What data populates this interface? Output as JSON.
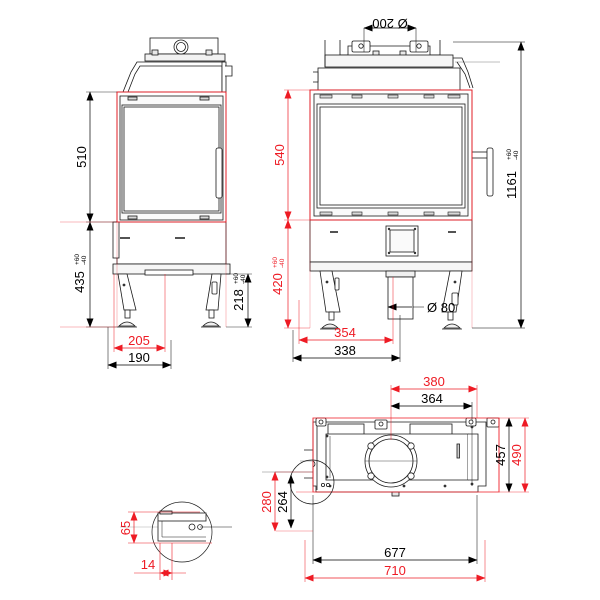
{
  "drawing": {
    "title": "Fireplace insert technical drawing",
    "units": "mm",
    "colors": {
      "primary_line": "#1a1a1a",
      "dimension_red": "#ee1b24",
      "dimension_black": "#000000",
      "background": "#ffffff",
      "fill_light": "#f2f2f2"
    },
    "views": [
      {
        "id": "side-elevation",
        "label": "side elevation"
      },
      {
        "id": "front-elevation",
        "label": "front elevation"
      },
      {
        "id": "plan-view",
        "label": "plan view"
      },
      {
        "id": "detail-view",
        "label": "detail circle"
      }
    ]
  },
  "dimensions": {
    "side": {
      "height_glass": {
        "value": "510",
        "color": "#000000"
      },
      "height_base": {
        "value": "435",
        "tol_upper": "+60",
        "tol_lower": "-40",
        "color": "#000000"
      },
      "height_leg": {
        "value": "218",
        "tol_upper": "+60",
        "tol_lower": "-40",
        "color": "#000000"
      },
      "depth_red": {
        "value": "205",
        "color": "#ee1b24"
      },
      "depth_black": {
        "value": "190",
        "color": "#000000"
      }
    },
    "front": {
      "flue_diameter": {
        "value": "Ø 200",
        "color": "#000000"
      },
      "glass_height": {
        "value": "540",
        "color": "#ee1b24"
      },
      "base_height": {
        "value": "420",
        "tol_upper": "+60",
        "tol_lower": "-40",
        "color": "#ee1b24"
      },
      "total_height": {
        "value": "1161",
        "tol_upper": "+60",
        "tol_lower": "-40",
        "color": "#000000"
      },
      "air_inlet_diameter": {
        "value": "Ø 80",
        "color": "#000000"
      },
      "width_red": {
        "value": "354",
        "color": "#ee1b24"
      },
      "width_black": {
        "value": "338",
        "color": "#000000"
      }
    },
    "plan": {
      "flue_offset_red": {
        "value": "380",
        "color": "#ee1b24"
      },
      "flue_offset_black": {
        "value": "364",
        "color": "#000000"
      },
      "depth_black": {
        "value": "457",
        "color": "#000000"
      },
      "depth_red": {
        "value": "490",
        "color": "#ee1b24"
      },
      "left_red": {
        "value": "280",
        "color": "#ee1b24"
      },
      "left_black": {
        "value": "264",
        "color": "#000000"
      },
      "width_black": {
        "value": "677",
        "color": "#000000"
      },
      "width_red": {
        "value": "710",
        "color": "#ee1b24"
      }
    },
    "detail": {
      "height": {
        "value": "65",
        "color": "#ee1b24"
      },
      "width": {
        "value": "14",
        "color": "#ee1b24"
      }
    }
  }
}
